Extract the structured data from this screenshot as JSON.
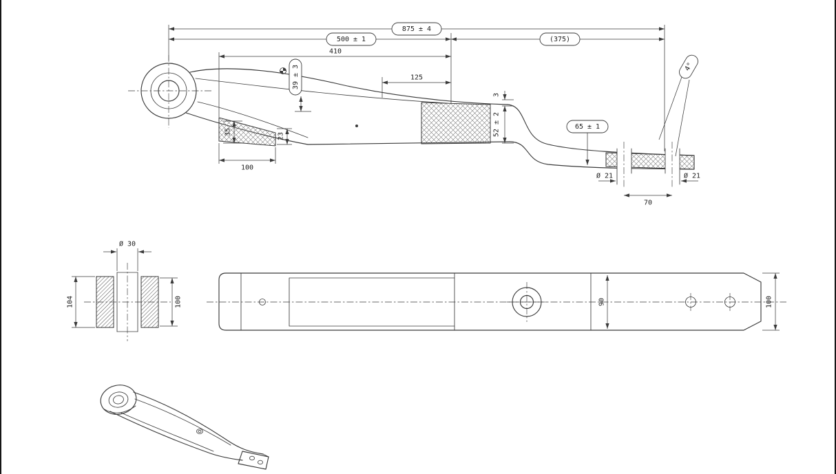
{
  "colors": {
    "background": "#ffffff",
    "line": "#3a3a3a",
    "text": "#1c1c1c"
  },
  "views": {
    "side_view": {
      "dim_overall": "875 ± 4",
      "dim_front_section": "500 ± 1",
      "dim_rear_section_ref": "(375)",
      "dim_taper_length": "410",
      "dim_mid_length": "125",
      "dim_eye_thickness": "39 ± 3",
      "dim_pad_height": "35",
      "dim_pad_thickness": "23",
      "dim_pad_length": "100",
      "dim_step": "3",
      "dim_body_height": "52 ± 2",
      "dim_drop_height": "65 ± 1",
      "dim_bend_angle": "4°",
      "dim_hole_left_dia": "Ø 21",
      "dim_hole_right_dia": "Ø 21",
      "dim_hole_spacing": "70"
    },
    "section_view": {
      "dim_bore_dia": "Ø 30",
      "dim_outer_width": "104",
      "dim_inner_width": "100"
    },
    "plan_view": {
      "dim_mid_width": "90",
      "dim_end_width": "100"
    }
  }
}
